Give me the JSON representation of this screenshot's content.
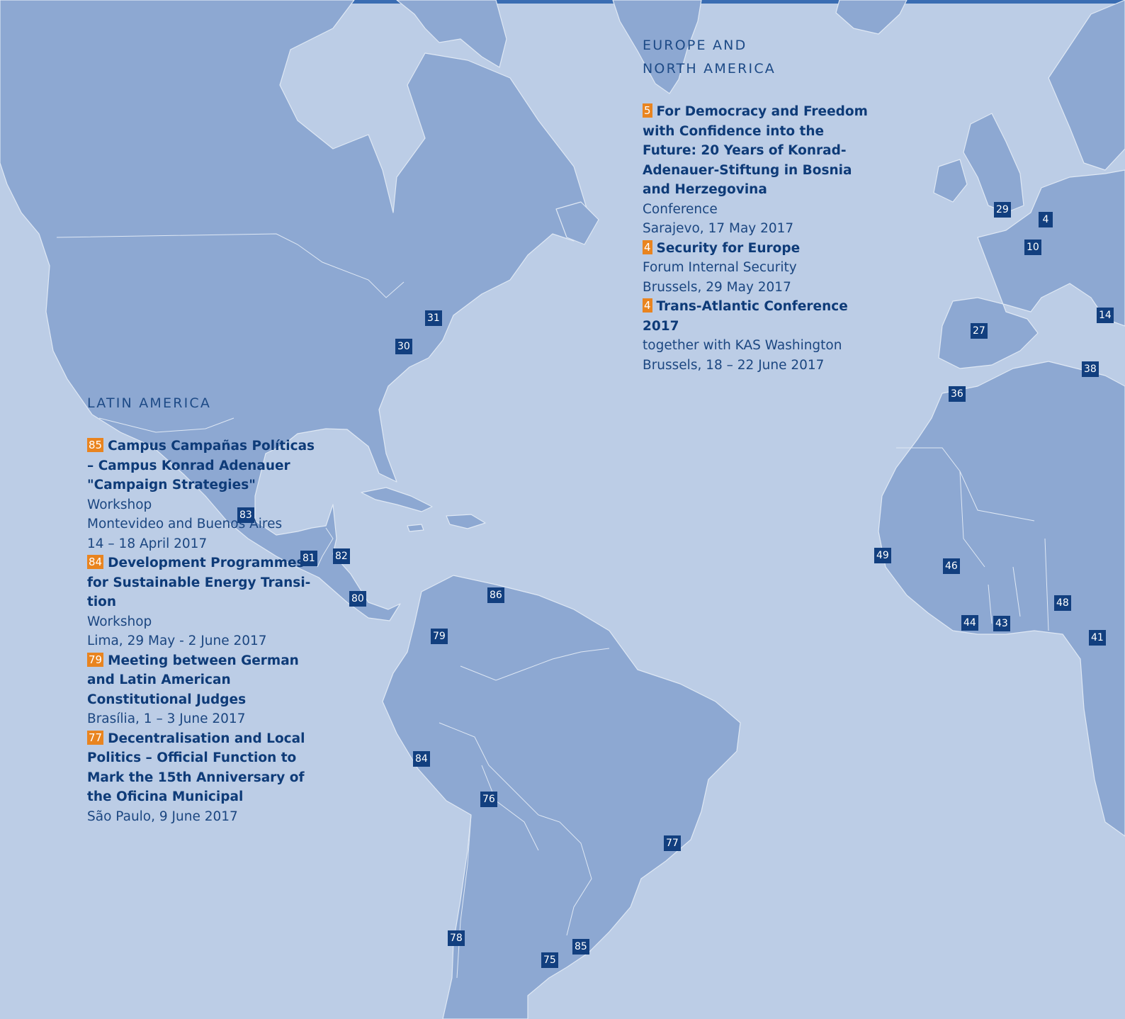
{
  "colors": {
    "ocean": "#bccde6",
    "land": "#8da8d2",
    "marker": "#123f7f",
    "badge": "#e9841f",
    "text": "#0e3b78"
  },
  "regions": {
    "europe": {
      "title": "EUROPE AND\nNORTH AMERICA",
      "events": [
        {
          "badge": "5",
          "title": "For Democracy and Freedom with Confidence into the Future: 20 Years of Konrad-Adenauer-Stiftung in Bosnia and Herzegovina",
          "lines": [
            "Conference",
            "Sarajevo, 17 May 2017"
          ]
        },
        {
          "badge": "4",
          "title": "Security for Europe",
          "lines": [
            "Forum Internal Security",
            "Brussels, 29 May 2017"
          ]
        },
        {
          "badge": "4",
          "title": "Trans-Atlantic Conference 2017",
          "lines": [
            "together with KAS Washington",
            "Brussels, 18 – 22 June 2017"
          ]
        }
      ]
    },
    "latam": {
      "title": "LATIN AMERICA",
      "events": [
        {
          "badge": "85",
          "title": "Campus Campañas Políticas – Campus Konrad Adenauer \"Campaign Strategies\"",
          "lines": [
            "Workshop",
            "Montevideo and Buenos Aires",
            "14 – 18 April 2017"
          ]
        },
        {
          "badge": "84",
          "title": "Development Programmes for Sustainable Energy Transi-tion",
          "lines": [
            "Workshop",
            "Lima, 29 May - 2 June 2017"
          ]
        },
        {
          "badge": "79",
          "title": "Meeting between German and Latin American Constitutional Judges",
          "lines": [
            "Brasília, 1 – 3 June 2017"
          ]
        },
        {
          "badge": "77",
          "title": "Decentralisation and Local Politics – Official Function to Mark the 15th Anniversary of the Oficina Municipal",
          "lines": [
            "São Paulo, 9 June 2017"
          ]
        }
      ]
    }
  },
  "markers": [
    "29",
    "4",
    "10",
    "14",
    "27",
    "38",
    "36",
    "31",
    "30",
    "83",
    "81",
    "82",
    "80",
    "86",
    "79",
    "84",
    "76",
    "77",
    "78",
    "75",
    "85",
    "49",
    "46",
    "48",
    "44",
    "43",
    "41"
  ]
}
